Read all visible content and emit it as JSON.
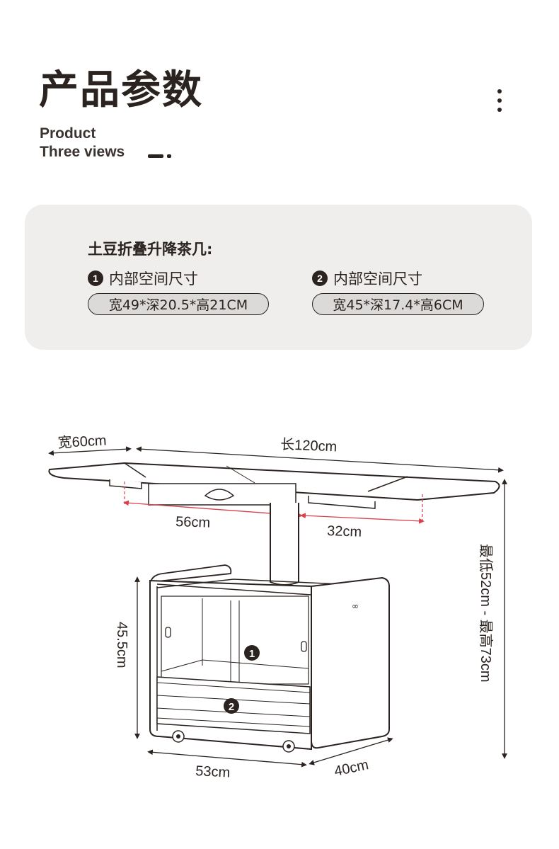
{
  "header": {
    "title": "产品参数",
    "subtitle_line1": "Product",
    "subtitle_line2": "Three views"
  },
  "panel": {
    "product_name": "土豆折叠升降茶几:",
    "specs": [
      {
        "number": "1",
        "label": "内部空间尺寸",
        "value": "宽49*深20.5*高21CM"
      },
      {
        "number": "2",
        "label": "内部空间尺寸",
        "value": "宽45*深17.4*高6CM"
      }
    ]
  },
  "diagram": {
    "width_label": "宽60cm",
    "length_label": "长120cm",
    "inner_left_label": "56cm",
    "inner_right_label": "32cm",
    "height_range_label": "最低52cm - 最高73cm",
    "cabinet_height_label": "45.5cm",
    "base_width_label": "53cm",
    "base_depth_label": "40cm",
    "marker_1": "1",
    "marker_2": "2",
    "accent_color": "#d9404a"
  },
  "colors": {
    "text": "#2b2320",
    "panel_bg": "#efeeed",
    "pill_bg": "#dcdad8"
  }
}
